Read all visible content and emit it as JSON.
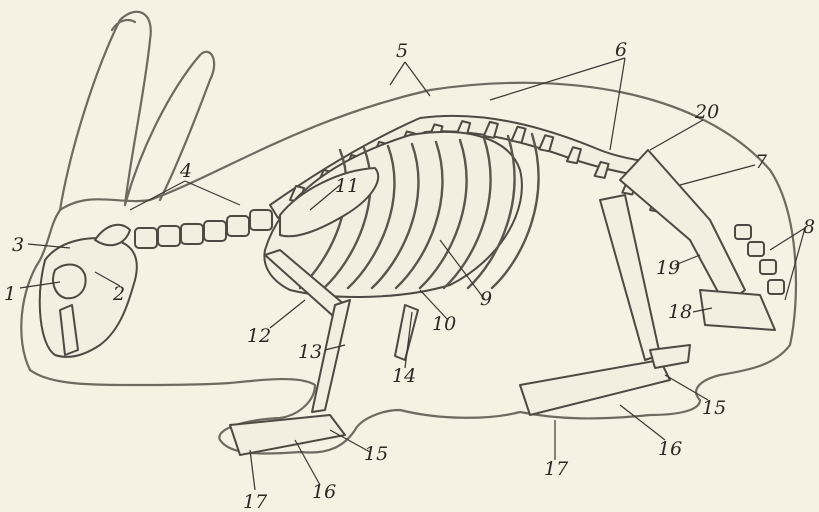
{
  "labels": [
    {
      "id": "1",
      "text": "1"
    },
    {
      "id": "2",
      "text": "2"
    },
    {
      "id": "3",
      "text": "3"
    },
    {
      "id": "4",
      "text": "4"
    },
    {
      "id": "5",
      "text": "5"
    },
    {
      "id": "6",
      "text": "6"
    },
    {
      "id": "7",
      "text": "7"
    },
    {
      "id": "8",
      "text": "8"
    },
    {
      "id": "9",
      "text": "9"
    },
    {
      "id": "10",
      "text": "10"
    },
    {
      "id": "11",
      "text": "11"
    },
    {
      "id": "12",
      "text": "12"
    },
    {
      "id": "13",
      "text": "13"
    },
    {
      "id": "14",
      "text": "14"
    },
    {
      "id": "15a",
      "text": "15"
    },
    {
      "id": "15b",
      "text": "15"
    },
    {
      "id": "16a",
      "text": "16"
    },
    {
      "id": "16b",
      "text": "16"
    },
    {
      "id": "17a",
      "text": "17"
    },
    {
      "id": "17b",
      "text": "17"
    },
    {
      "id": "18",
      "text": "18"
    },
    {
      "id": "19",
      "text": "19"
    },
    {
      "id": "20",
      "text": "20"
    }
  ]
}
